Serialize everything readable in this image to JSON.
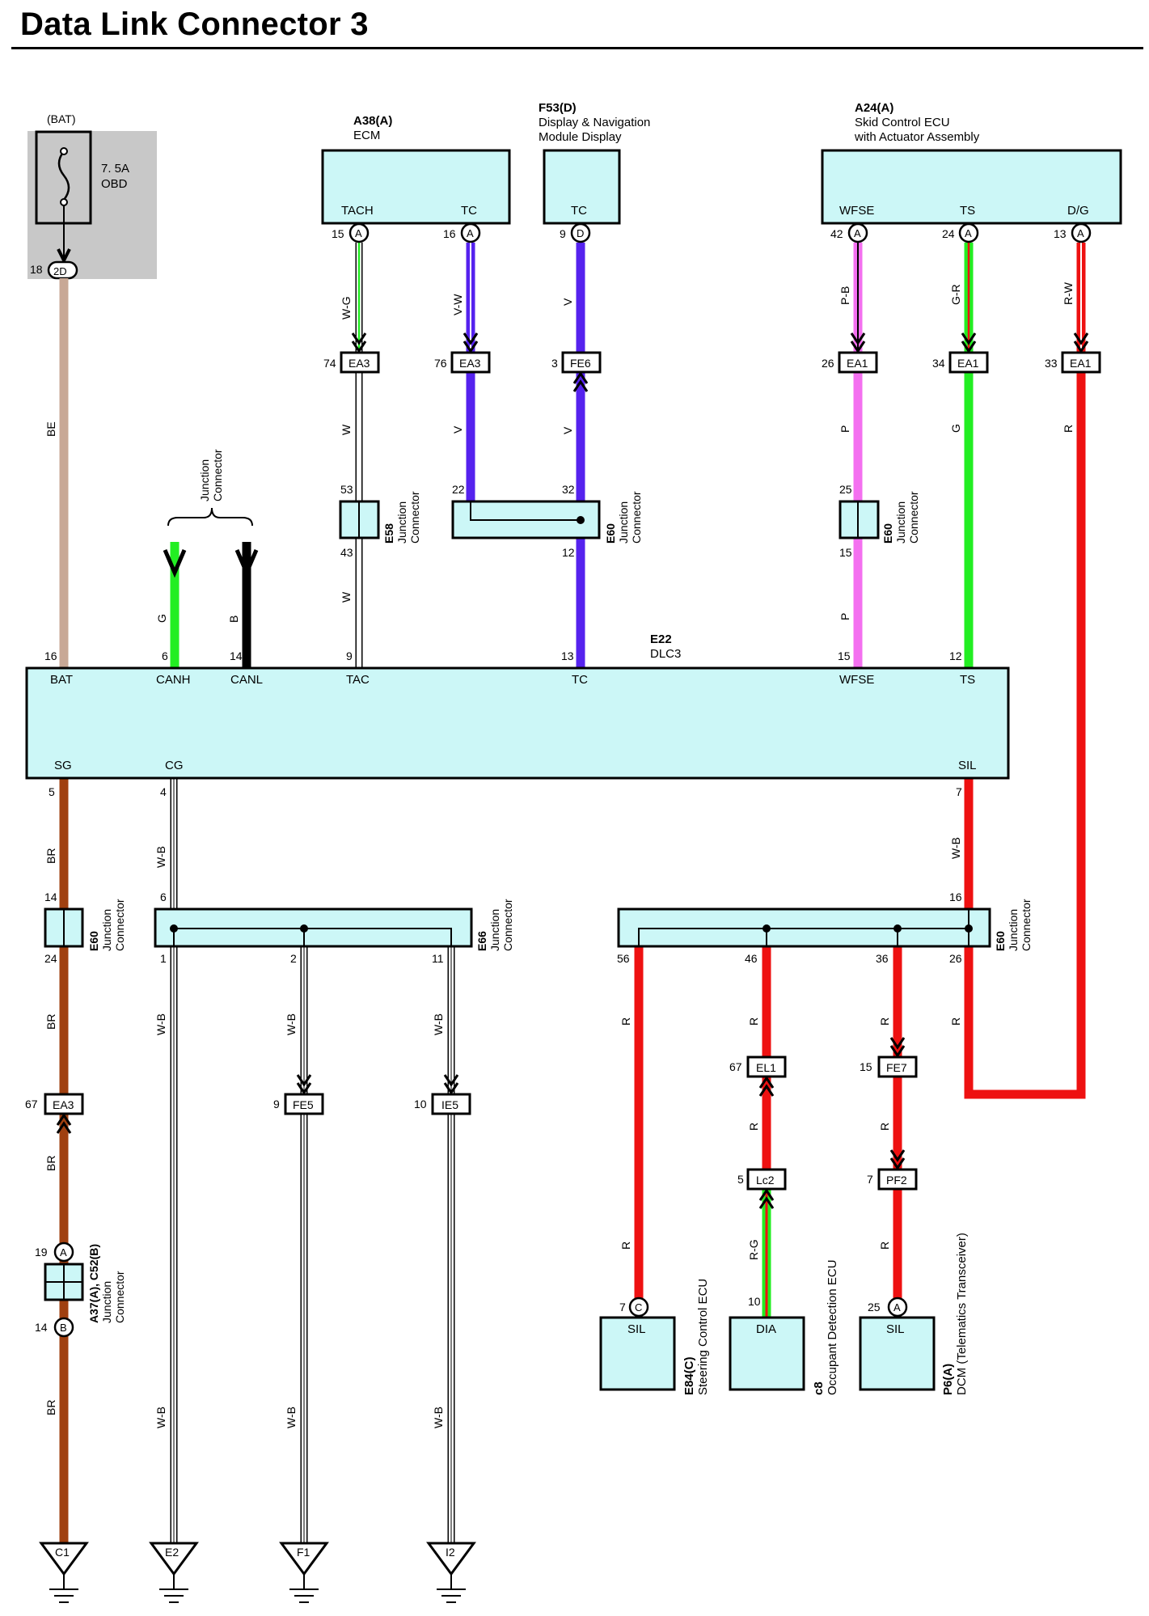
{
  "title": "Data Link Connector 3",
  "colors": {
    "box_fill": "#ccf7f7",
    "fuse_panel": "#c8c8c8",
    "wire_BE": "#c8a896",
    "wire_BR": "#a04010",
    "wire_G": "#22ee22",
    "wire_B": "#000000",
    "wire_V": "#5522ee",
    "wire_P": "#f470f0",
    "wire_R": "#ee1111",
    "wire_W": "#ffffff",
    "wire_WB": "#ffffff"
  },
  "fuse": {
    "label": "(BAT)",
    "rating": "7. 5A",
    "name": "OBD",
    "pin": "18",
    "connector": "2D"
  },
  "components": [
    {
      "code": "A38(A)",
      "name": "ECM",
      "pins": [
        "TACH",
        "TC"
      ]
    },
    {
      "code": "F53(D)",
      "name1": "Display & Navigation",
      "name2": "Module Display",
      "pins": [
        "TC"
      ]
    },
    {
      "code": "A24(A)",
      "name1": "Skid Control ECU",
      "name2": "with Actuator Assembly",
      "pins": [
        "WFSE",
        "TS",
        "D/G"
      ]
    },
    {
      "code": "E22",
      "name": "DLC3",
      "pins": [
        "BAT",
        "CANH",
        "CANL",
        "TAC",
        "TC",
        "WFSE",
        "TS",
        "SG",
        "CG",
        "SIL"
      ]
    },
    {
      "code": "E84(C)",
      "name": "Steering Control ECU",
      "pins": [
        "SIL"
      ]
    },
    {
      "code": "c8",
      "name": "Occupant Detection ECU",
      "pins": [
        "DIA"
      ]
    },
    {
      "code": "P6(A)",
      "name": "DCM (Telematics Transceiver)",
      "pins": [
        "SIL"
      ]
    }
  ],
  "junction_labels": {
    "jc": "Junction Connector",
    "j1": "Junction",
    "j2": "Connector",
    "e58": "E58",
    "e60": "E60",
    "e66": "E66",
    "a37": "A37(A), C52(B)"
  },
  "connectors": [
    "EA3",
    "EA3",
    "FE6",
    "EA1",
    "EA1",
    "EA1",
    "EA3",
    "FE5",
    "IE5",
    "EL1",
    "FE7",
    "Lc2",
    "PF2"
  ],
  "pin_letters": [
    "A",
    "D",
    "C",
    "B"
  ],
  "pin_numbers": [
    "15",
    "16",
    "9",
    "42",
    "24",
    "13",
    "74",
    "76",
    "3",
    "26",
    "34",
    "33",
    "53",
    "43",
    "22",
    "32",
    "12",
    "25",
    "15",
    "16",
    "6",
    "14",
    "9",
    "13",
    "15",
    "12",
    "5",
    "4",
    "7",
    "14",
    "24",
    "6",
    "1",
    "2",
    "11",
    "16",
    "56",
    "46",
    "36",
    "26",
    "67",
    "15",
    "5",
    "7",
    "10",
    "25",
    "19",
    "14",
    "67",
    "9",
    "10"
  ],
  "wire_colors": [
    "BE",
    "G",
    "B",
    "W-G",
    "W",
    "W",
    "V-W",
    "V",
    "V",
    "V",
    "P-B",
    "P",
    "P",
    "G-R",
    "G",
    "R-W",
    "R",
    "BR",
    "BR",
    "BR",
    "BR",
    "W-B",
    "W-B",
    "W-B",
    "W-B",
    "W-B",
    "W-B",
    "W-B",
    "W-B",
    "R",
    "R",
    "R",
    "R",
    "R",
    "R",
    "R",
    "R",
    "R-G"
  ],
  "grounds": [
    "C1",
    "E2",
    "F1",
    "I2"
  ]
}
